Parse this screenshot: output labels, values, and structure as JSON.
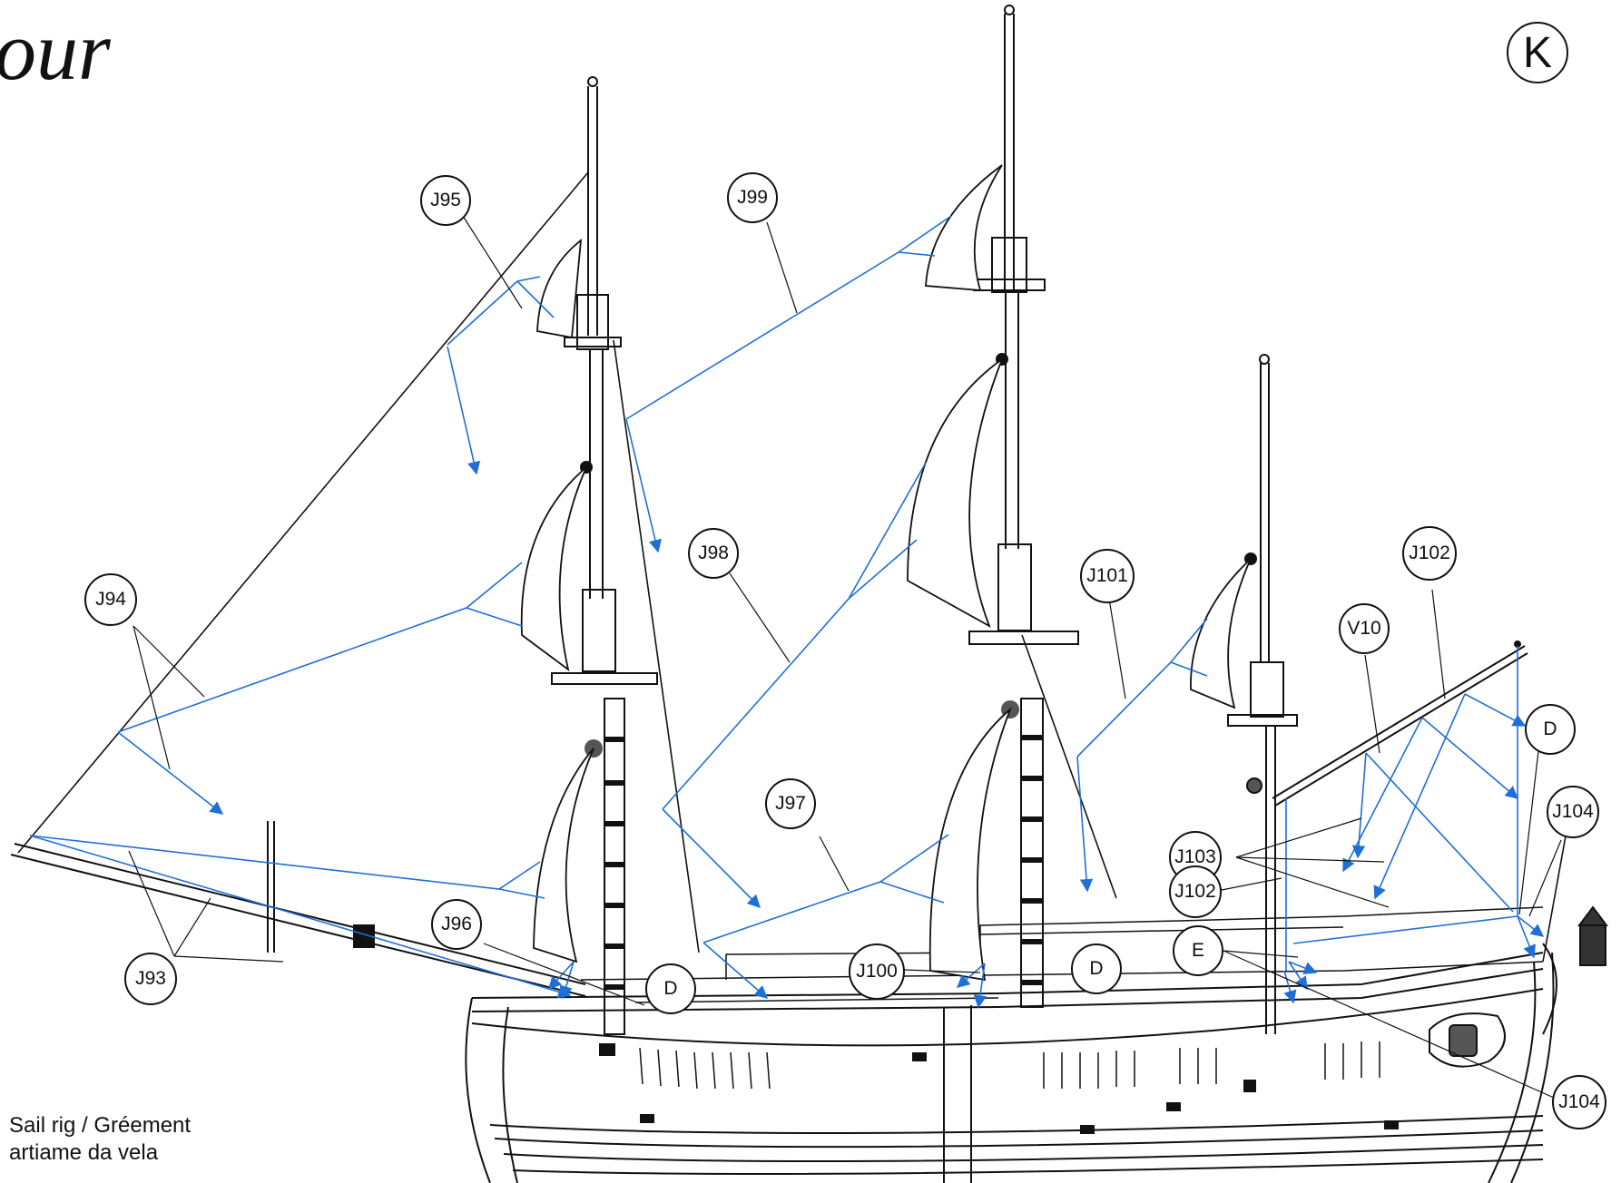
{
  "header": {
    "title_fragment": "our",
    "sheet_letter": "K"
  },
  "caption": {
    "line1": "Sail rig / Gréement",
    "line2": "artiame da vela"
  },
  "colors": {
    "rigging_line": "#1f6fd8",
    "outline": "#111111",
    "background": "#ffffff"
  },
  "labels": [
    {
      "id": "J95",
      "text": "J95"
    },
    {
      "id": "J99",
      "text": "J99"
    },
    {
      "id": "J98",
      "text": "J98"
    },
    {
      "id": "J101",
      "text": "J101"
    },
    {
      "id": "J102a",
      "text": "J102"
    },
    {
      "id": "V10",
      "text": "V10"
    },
    {
      "id": "J94",
      "text": "J94"
    },
    {
      "id": "Da",
      "text": "D"
    },
    {
      "id": "J104a",
      "text": "J104"
    },
    {
      "id": "J97",
      "text": "J97"
    },
    {
      "id": "J103",
      "text": "J103"
    },
    {
      "id": "J102b",
      "text": "J102"
    },
    {
      "id": "J96",
      "text": "J96"
    },
    {
      "id": "E",
      "text": "E"
    },
    {
      "id": "J93",
      "text": "J93"
    },
    {
      "id": "Db",
      "text": "D"
    },
    {
      "id": "J100",
      "text": "J100"
    },
    {
      "id": "Dc",
      "text": "D"
    },
    {
      "id": "J104b",
      "text": "J104"
    }
  ]
}
